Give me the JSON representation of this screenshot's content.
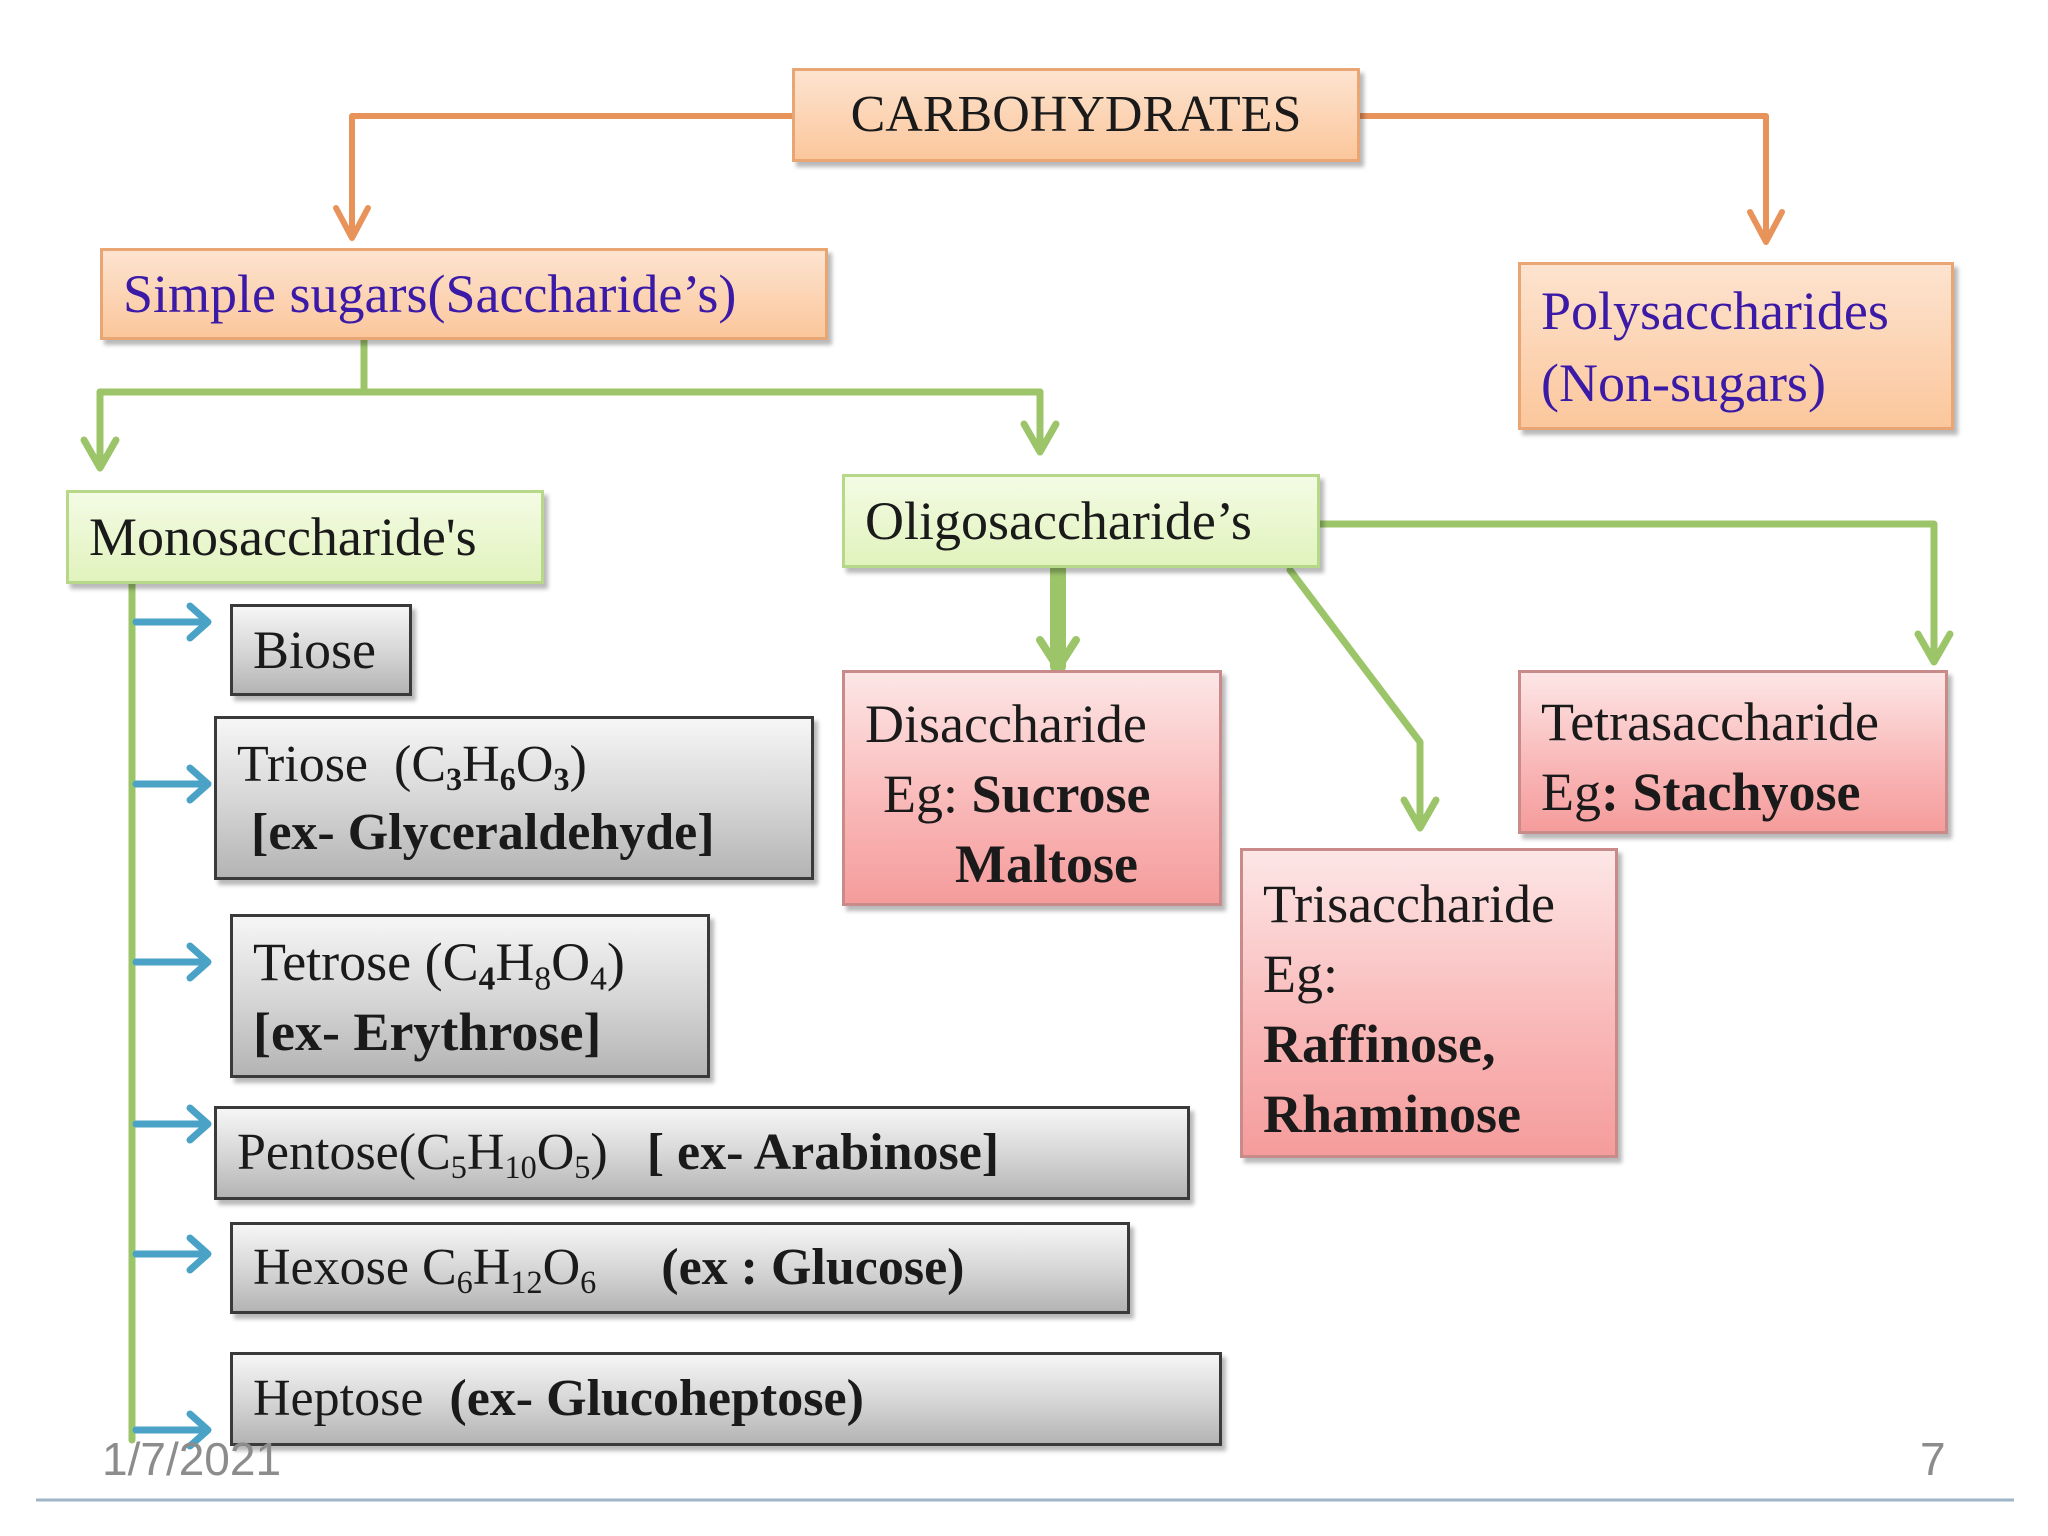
{
  "root": {
    "label": "CARBOHYDRATES"
  },
  "simple_sugars": {
    "label": "Simple sugars(Saccharide’s)"
  },
  "polysaccharides": {
    "line1": "Polysaccharides",
    "line2": "(Non-sugars)"
  },
  "monosaccharides": {
    "label": "Monosaccharide's"
  },
  "oligosaccharides": {
    "label": "Oligosaccharide’s"
  },
  "mono_items": {
    "biose": {
      "label": "Biose"
    },
    "triose": {
      "name": "Triose",
      "formula": [
        "C",
        "3",
        "H",
        "6",
        "O",
        "3"
      ],
      "example": "[ex- Glyceraldehyde]"
    },
    "tetrose": {
      "name": "Tetrose",
      "formula": [
        "C",
        "4",
        "H",
        "8",
        "O",
        "4"
      ],
      "example": "[ex- Erythrose]"
    },
    "pentose": {
      "name": "Pentose",
      "formula": [
        "C",
        "5",
        "H",
        "10",
        "O",
        "5"
      ],
      "example": "[ ex- Arabinose]"
    },
    "hexose": {
      "name": "Hexose",
      "formula": [
        "C",
        "6",
        "H",
        "12",
        "O",
        "6"
      ],
      "example": "(ex : Glucose)"
    },
    "heptose": {
      "name": "Heptose",
      "example": "(ex- Glucoheptose)"
    }
  },
  "oligo_items": {
    "disaccharide": {
      "title": "Disaccharide",
      "eg": "Eg:",
      "ex1": "Sucrose",
      "ex2": "Maltose"
    },
    "trisaccharide": {
      "title": "Trisaccharide",
      "eg": "Eg:",
      "ex1": "Raffinose,",
      "ex2": "Rhaminose"
    },
    "tetrasaccharide": {
      "title": "Tetrasaccharide",
      "eg": "Eg",
      "ex1": ": Stachyose"
    }
  },
  "footer": {
    "date": "1/7/2021",
    "page": "7"
  },
  "colors": {
    "orange_connector": "#e8935a",
    "green_connector": "#9cc56a",
    "blue_arrow": "#4aa3c6",
    "title_text": "#3a1aa6"
  }
}
